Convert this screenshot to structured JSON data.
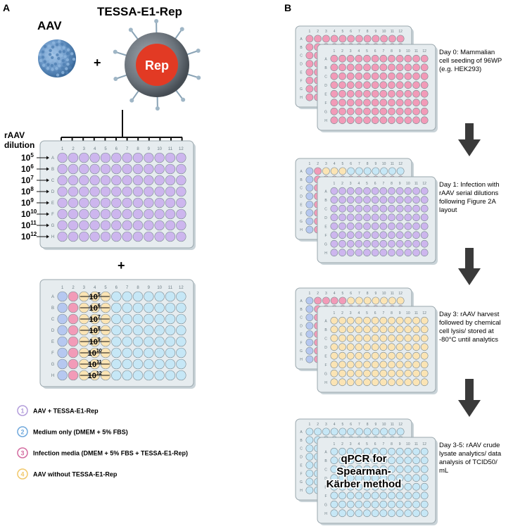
{
  "panel_a": {
    "label": "A",
    "aav_title": "AAV",
    "tessa_title": "TESSA-E1-Rep",
    "rep_label": "Rep",
    "plus_1": "+",
    "plus_2": "+",
    "dilution_heading_line1": "rAAV",
    "dilution_heading_line2": "dilution",
    "dilution_exponents": [
      "5",
      "6",
      "7",
      "8",
      "9",
      "10",
      "11",
      "12"
    ],
    "dilution_base": "10",
    "column_numbers": [
      "1",
      "2",
      "3",
      "4",
      "5",
      "6",
      "7",
      "8",
      "9",
      "10",
      "11",
      "12"
    ],
    "row_letters": [
      "A",
      "B",
      "C",
      "D",
      "E",
      "F",
      "G",
      "H"
    ],
    "legend": [
      {
        "num": "1",
        "text": "AAV + TESSA-E1-Rep",
        "color": "#b39ddb"
      },
      {
        "num": "2",
        "text": "Medium only (DMEM + 5% FBS)",
        "color": "#6fa8dc"
      },
      {
        "num": "3",
        "text": "Infection media (DMEM + 5% FBS + TESSA-E1-Rep)",
        "color": "#d36ba0"
      },
      {
        "num": "4",
        "text": "AAV without TESSA-E1-Rep",
        "color": "#f1c86a"
      }
    ]
  },
  "panel_b": {
    "label": "B",
    "steps": [
      {
        "lines": [
          "Day 0: Mammalian",
          "cell seeding of 96WP",
          "(e.g. HEK293)"
        ]
      },
      {
        "lines": [
          "Day 1: Infection with",
          "rAAV serial dilutions",
          "following Figure 2A",
          "layout"
        ]
      },
      {
        "lines": [
          "Day 3: rAAV harvest",
          "followed by chemical",
          "cell lysis/ stored at",
          "-80°C until analytics"
        ]
      },
      {
        "lines": [
          "Day 3-5: rAAV crude",
          "lysate analytics/ data",
          "analysis of TCID50/",
          "mL"
        ]
      }
    ],
    "qpcr_lines": [
      "qPCR for",
      "Spearman-",
      "Kärber method"
    ]
  },
  "colors": {
    "purple": "#cdb6ee",
    "pink": "#f29bb8",
    "blue": "#c6e7f6",
    "yellow": "#fbe4b4",
    "plate_bg": "#e6ecef",
    "plate_border": "#9aa7ad",
    "arrow": "#3a3a3a",
    "rep_red": "#e23a24"
  }
}
